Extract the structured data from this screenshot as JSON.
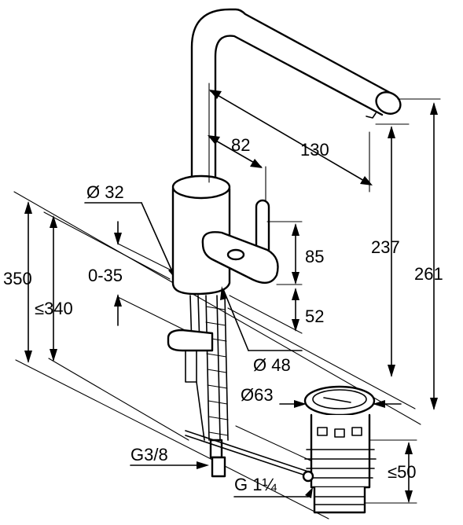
{
  "labels": {
    "d130": "130",
    "d82": "82",
    "d32": "Ø 32",
    "d85": "85",
    "d237": "237",
    "d261": "261",
    "d350": "350",
    "d035": "0-35",
    "d340": "≤340",
    "d52": "52",
    "d48": "Ø 48",
    "d63": "Ø63",
    "dG38": "G3/8",
    "dG114": "G 1¼",
    "d50": "≤50"
  },
  "icons": {
    "faucet": "faucet-icon",
    "drain": "pop-up-drain-icon"
  }
}
